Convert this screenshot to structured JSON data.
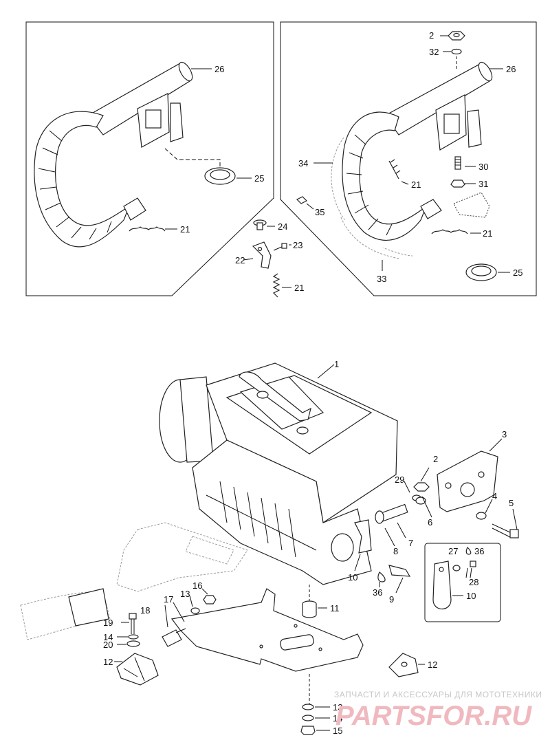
{
  "callouts": {
    "c1": "1",
    "c2a": "2",
    "c2b": "2",
    "c3": "3",
    "c4": "4",
    "c5": "5",
    "c6": "6",
    "c7": "7",
    "c8": "8",
    "c9": "9",
    "c10a": "10",
    "c10b": "10",
    "c11": "11",
    "c12a": "12",
    "c12b": "12",
    "c13a": "13",
    "c13b": "13",
    "c14a": "14",
    "c14b": "14",
    "c15": "15",
    "c16": "16",
    "c17": "17",
    "c18": "18",
    "c19": "19",
    "c20": "20",
    "c21a": "21",
    "c21b": "21",
    "c21c": "21",
    "c21d": "21",
    "c22": "22",
    "c23": "23",
    "c24": "24",
    "c25a": "25",
    "c25b": "25",
    "c26a": "26",
    "c26b": "26",
    "c27": "27",
    "c28": "28",
    "c29": "29",
    "c30": "30",
    "c31": "31",
    "c32": "32",
    "c33": "33",
    "c34": "34",
    "c35": "35",
    "c36a": "36",
    "c36b": "36"
  },
  "watermark": {
    "tagline": "ЗАПЧАСТИ И АКСЕССУАРЫ ДЛЯ МОТОТЕХНИКИ",
    "brand": "PARTSFOR.RU"
  },
  "colors": {
    "line": "#222222",
    "watermark_text": "#c7c7c7",
    "watermark_brand": "#f0b9bf"
  }
}
